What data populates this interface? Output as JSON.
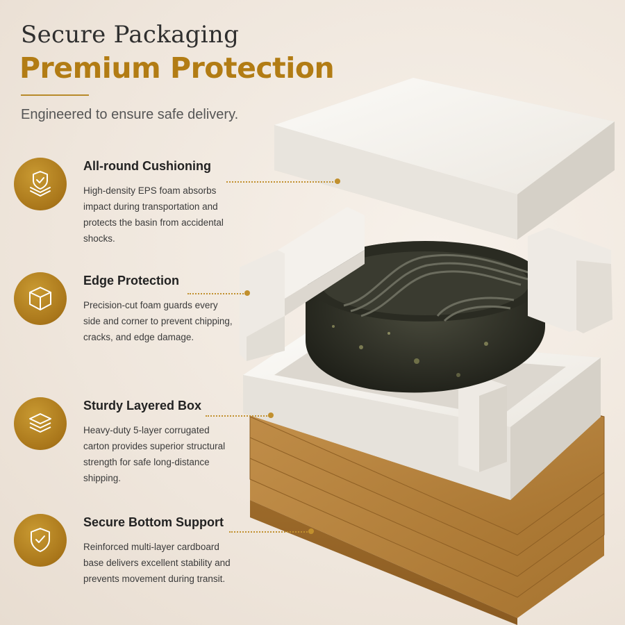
{
  "header": {
    "title_line1": "Secure Packaging",
    "title_line2": "Premium Protection",
    "subtitle": "Engineered to ensure safe delivery."
  },
  "features": [
    {
      "icon": "shield-layers-icon",
      "title": "All-round Cushioning",
      "description": "High-density EPS foam absorbs impact during transportation and protects the basin from accidental shocks."
    },
    {
      "icon": "cube-icon",
      "title": "Edge Protection",
      "description": "Precision-cut foam guards every side and corner to prevent chipping, cracks, and edge damage."
    },
    {
      "icon": "stacked-layers-icon",
      "title": "Sturdy Layered Box",
      "description": "Heavy-duty 5-layer corrugated carton provides superior structural strength for safe long-distance shipping."
    },
    {
      "icon": "shield-check-icon",
      "title": "Secure Bottom Support",
      "description": "Reinforced multi-layer cardboard base delivers excellent stability and prevents movement during transit."
    }
  ],
  "colors": {
    "accent": "#b27c14",
    "badge": "#a9761a",
    "foam": "#f4f1ec",
    "cardboard": "#b5833f",
    "basin": "#2e2f25"
  }
}
